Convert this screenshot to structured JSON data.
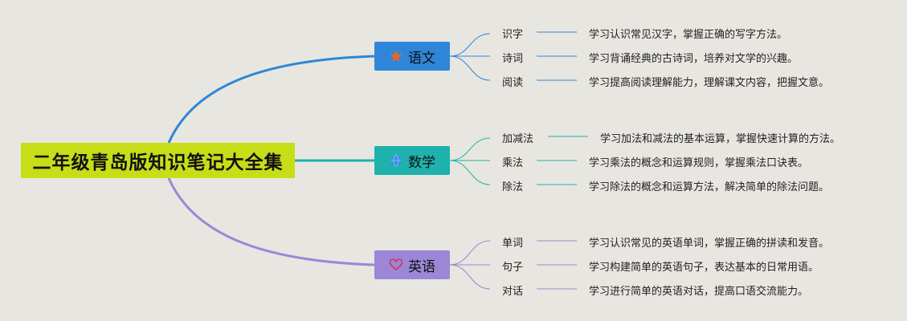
{
  "root": {
    "title": "二年级青岛版知识笔记大全集"
  },
  "branches": [
    {
      "label": "语文",
      "icon": "star-icon",
      "color": "#2f86d8",
      "items": [
        {
          "label": "识字",
          "desc": "学习认识常见汉字，掌握正确的写字方法。"
        },
        {
          "label": "诗词",
          "desc": "学习背诵经典的古诗词，培养对文学的兴趣。"
        },
        {
          "label": "阅读",
          "desc": "学习提高阅读理解能力，理解课文内容，把握文意。"
        }
      ]
    },
    {
      "label": "数学",
      "icon": "globe-icon",
      "color": "#1fb2ad",
      "items": [
        {
          "label": "加减法",
          "desc": "学习加法和减法的基本运算，掌握快速计算的方法。"
        },
        {
          "label": "乘法",
          "desc": "学习乘法的概念和运算规则，掌握乘法口诀表。"
        },
        {
          "label": "除法",
          "desc": "学习除法的概念和运算方法，解决简单的除法问题。"
        }
      ]
    },
    {
      "label": "英语",
      "icon": "heart-icon",
      "color": "#9b87d6",
      "items": [
        {
          "label": "单词",
          "desc": "学习认识常见的英语单词，掌握正确的拼读和发音。"
        },
        {
          "label": "句子",
          "desc": "学习构建简单的英语句子，表达基本的日常用语。"
        },
        {
          "label": "对话",
          "desc": "学习进行简单的英语对话，提高口语交流能力。"
        }
      ]
    }
  ]
}
